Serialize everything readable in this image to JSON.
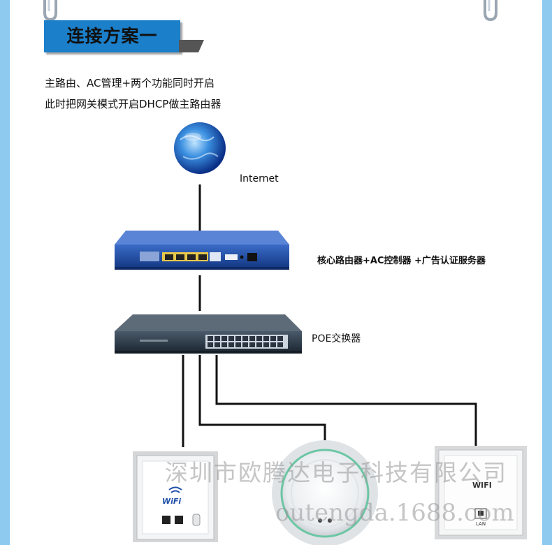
{
  "title": "连接方案一",
  "description": {
    "line1": "主路由、AC管理+两个功能同时开启",
    "line2": "此时把网关模式开启DHCP做主路由器"
  },
  "nodes": {
    "internet": "Internet",
    "router": "核心路由器+AC控制器 +广告认证服务器",
    "switch": "POE交换器"
  },
  "device_labels": {
    "wall_ap_left": "WiFi",
    "wall_ap_right": "WIFI",
    "lan_port": "LAN"
  },
  "watermark": {
    "company": "深圳市欧腾达电子科技有限公司",
    "site": "outengda.1688.com"
  },
  "colors": {
    "frame": "#8ec9f0",
    "title_bg": "#1b7fc9",
    "device_blue": "#1f4fa8",
    "switch_dark": "#2b3a4a"
  }
}
